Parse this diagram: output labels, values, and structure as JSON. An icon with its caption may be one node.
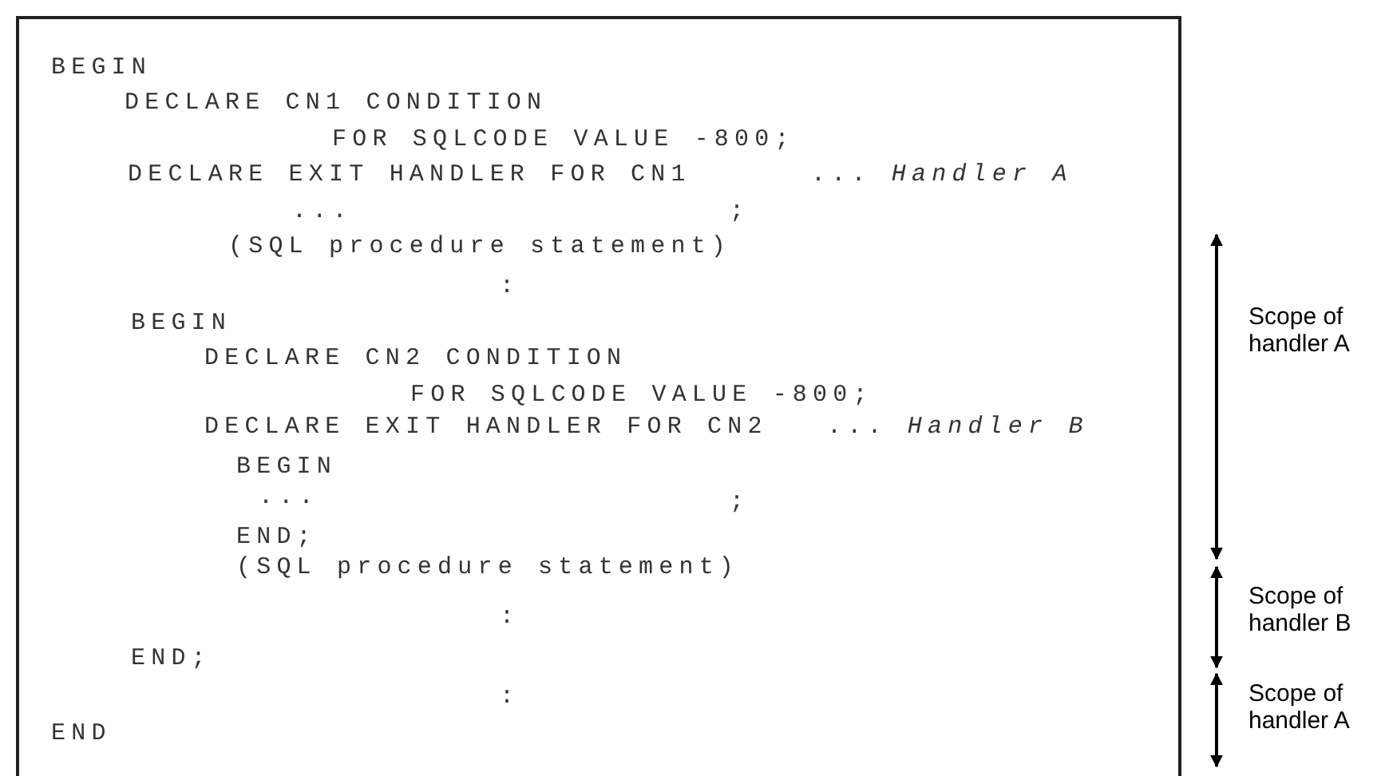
{
  "diagram": {
    "nodes": [
      {
        "text": [
          "BEGIN",
          "DECLARE CN1 CONDITION",
          "FOR SQLCODE VALUE -800;",
          "DECLARE EXIT HANDLER FOR CN1",
          "... *Handler A*",
          "...",
          ";",
          "(SQL procedure statement)",
          ":",
          "BEGIN",
          "DECLARE CN2 CONDITION",
          "FOR SQLCODE VALUE -800;",
          "DECLARE EXIT HANDLER FOR CN2",
          "... *Handler B*",
          "BEGIN",
          "...",
          ";",
          "END;",
          "(SQL procedure statement)",
          ":",
          "END;",
          ":",
          "END"
        ]
      }
    ],
    "labels": [
      "Scope of handler A",
      "Scope of handler B",
      "Scope of handler A"
    ]
  }
}
